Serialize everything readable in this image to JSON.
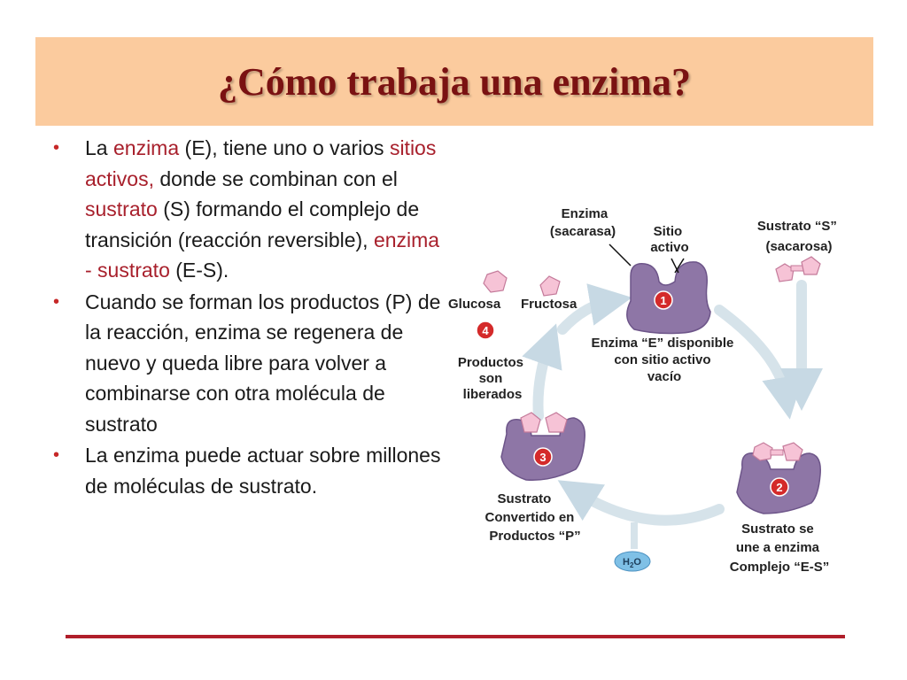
{
  "title": "¿Cómo trabaja una enzima?",
  "bullets": [
    {
      "segments": [
        {
          "text": "La ",
          "highlight": false
        },
        {
          "text": "enzima",
          "highlight": true
        },
        {
          "text": " (E), tiene uno o varios ",
          "highlight": false
        },
        {
          "text": "sitios activos,",
          "highlight": true
        },
        {
          "text": " donde se combinan con el ",
          "highlight": false
        },
        {
          "text": "sustrato",
          "highlight": true
        },
        {
          "text": " (S) formando el complejo de transición (reacción reversible), ",
          "highlight": false
        },
        {
          "text": "enzima - sustrato",
          "highlight": true
        },
        {
          "text": " (E-S).",
          "highlight": false
        }
      ]
    },
    {
      "segments": [
        {
          "text": "Cuando se forman los productos (P) de la reacción, enzima se regenera de nuevo y queda libre para volver a combinarse con otra molécula de sustrato",
          "highlight": false
        }
      ]
    },
    {
      "segments": [
        {
          "text": "La enzima puede actuar sobre millones de moléculas de sustrato.",
          "highlight": false
        }
      ]
    }
  ],
  "diagram": {
    "enzyme_label": [
      "Enzima",
      "(sacarasa)"
    ],
    "site_label": [
      "Sitio",
      "activo"
    ],
    "substrate_label": [
      "Sustrato “S”",
      "(sacarosa)"
    ],
    "glucose_label": "Glucosa",
    "fructose_label": "Fructosa",
    "step1_caption": [
      "Enzima “E” disponible",
      "con sitio activo",
      "vacío"
    ],
    "step2_caption": [
      "Sustrato se",
      "une a enzima",
      "Complejo “E-S”"
    ],
    "step3_caption": [
      "Sustrato",
      "Convertido en",
      "Productos “P”"
    ],
    "step4_caption": [
      "Productos",
      "son",
      "liberados"
    ],
    "step_numbers": [
      "1",
      "2",
      "3",
      "4"
    ],
    "water_label": "H",
    "water_sub": "2",
    "water_o": "O"
  },
  "colors": {
    "title_bar": "#fbcb9e",
    "title_text": "#7a1212",
    "highlight_text": "#a8202c",
    "bullet_dot": "#c62828",
    "enzyme": "#8e76a6",
    "substrate": "#f6c3d6",
    "step_badge": "#d42a2a",
    "cycle_arrow": "#d6e3ea",
    "rule": "#b01e2a"
  }
}
